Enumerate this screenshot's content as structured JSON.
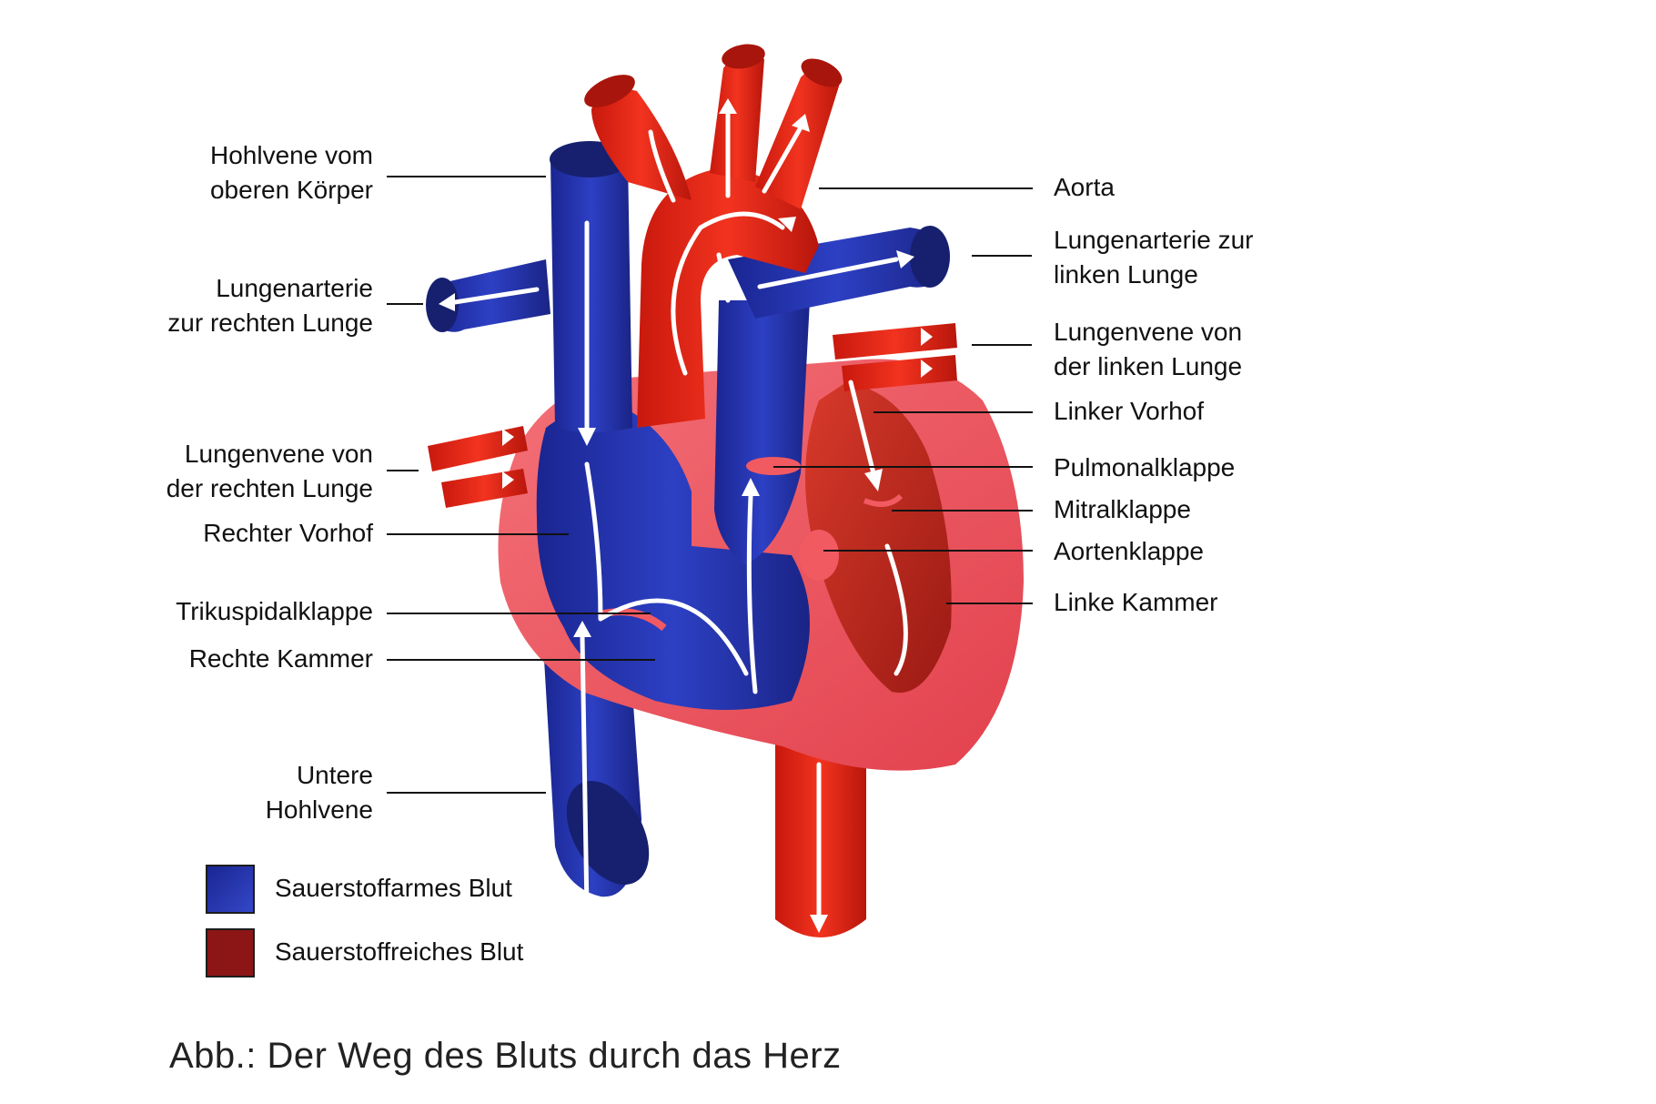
{
  "labels_left": {
    "hohlvene_oben_1": "Hohlvene vom",
    "hohlvene_oben_2": "oberen Körper",
    "lungenarterie_rechts_1": "Lungenarterie",
    "lungenarterie_rechts_2": "zur rechten Lunge",
    "lungenvene_rechts_1": "Lungenvene von",
    "lungenvene_rechts_2": "der rechten Lunge",
    "rechter_vorhof": "Rechter Vorhof",
    "trikuspidalklappe": "Trikuspidalklappe",
    "rechte_kammer": "Rechte Kammer",
    "untere_hohlvene_1": "Untere",
    "untere_hohlvene_2": "Hohlvene"
  },
  "labels_right": {
    "aorta": "Aorta",
    "lungenarterie_links_1": "Lungenarterie zur",
    "lungenarterie_links_2": "linken Lunge",
    "lungenvene_links_1": "Lungenvene von",
    "lungenvene_links_2": "der linken Lunge",
    "linker_vorhof": "Linker Vorhof",
    "pulmonalklappe": "Pulmonalklappe",
    "mitralklappe": "Mitralklappe",
    "aortenklappe": "Aortenklappe",
    "linke_kammer": "Linke Kammer"
  },
  "legend": {
    "deoxygenated_label": "Sauerstoffarmes Blut",
    "deoxygenated_color": "#22308f",
    "oxygenated_label": "Sauerstoffreiches Blut",
    "oxygenated_color": "#8c1515"
  },
  "caption": "Abb.: Der Weg des Bluts durch das Herz",
  "colors": {
    "blue": "#2231a8",
    "blue_dark": "#16206e",
    "red": "#e52b1c",
    "red_dark": "#a8150c",
    "muscle": "#ee5a64",
    "arrow": "#ffffff"
  }
}
